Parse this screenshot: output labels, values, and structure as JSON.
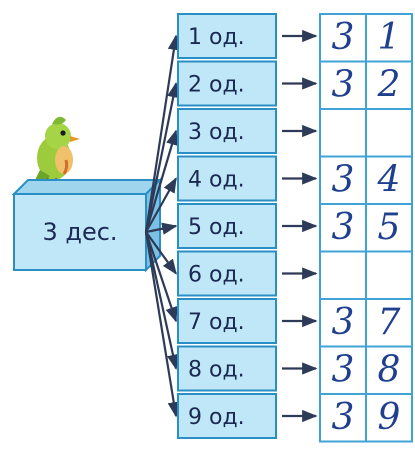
{
  "tens_box": {
    "label": "3 дес."
  },
  "units": [
    {
      "label": "1 од.",
      "result": [
        "3",
        "1"
      ]
    },
    {
      "label": "2 од.",
      "result": [
        "3",
        "2"
      ]
    },
    {
      "label": "3 од.",
      "result": [
        "",
        ""
      ]
    },
    {
      "label": "4 од.",
      "result": [
        "3",
        "4"
      ]
    },
    {
      "label": "5 од.",
      "result": [
        "3",
        "5"
      ]
    },
    {
      "label": "6 од.",
      "result": [
        "",
        ""
      ]
    },
    {
      "label": "7 од.",
      "result": [
        "3",
        "7"
      ]
    },
    {
      "label": "8 од.",
      "result": [
        "3",
        "8"
      ]
    },
    {
      "label": "9 од.",
      "result": [
        "3",
        "9"
      ]
    }
  ],
  "colors": {
    "box_fill": "#bfe7f7",
    "box_stroke": "#2a8fc6",
    "arrow": "#2d3b58",
    "grid": "#3fa3d6",
    "ink": "#1f3f8f"
  },
  "illustration": {
    "bird": "green-bird-icon"
  }
}
